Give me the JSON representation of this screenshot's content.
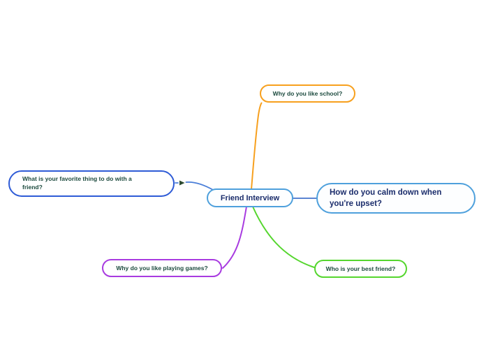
{
  "colors": {
    "background": "#ffffff",
    "center_border": "#4ea0dc",
    "center_text": "#1a2c6b",
    "question_text": "#1c4a3e",
    "calm_text": "#1a2c6b",
    "school_branch": "#f7a01e",
    "favorite_branch": "#2e5bd6",
    "favorite_connector": "#4a7ed8",
    "calm_branch": "#4ea0dc",
    "calm_connector": "#5b84d2",
    "games_branch": "#a83be0",
    "friend_branch": "#55d62e",
    "collapse_arrow": "#2c4a2f"
  },
  "mindmap": {
    "center": {
      "label": "Friend Interview"
    },
    "nodes": {
      "school": {
        "label": "Why do you like school?"
      },
      "favorite": {
        "label": "What is your favorite thing to do with a friend?"
      },
      "calm": {
        "label": "How do you calm down when you're upset?"
      },
      "games": {
        "label": "Why do you like playing games?"
      },
      "friend": {
        "label": "Who is your best friend?"
      }
    }
  }
}
